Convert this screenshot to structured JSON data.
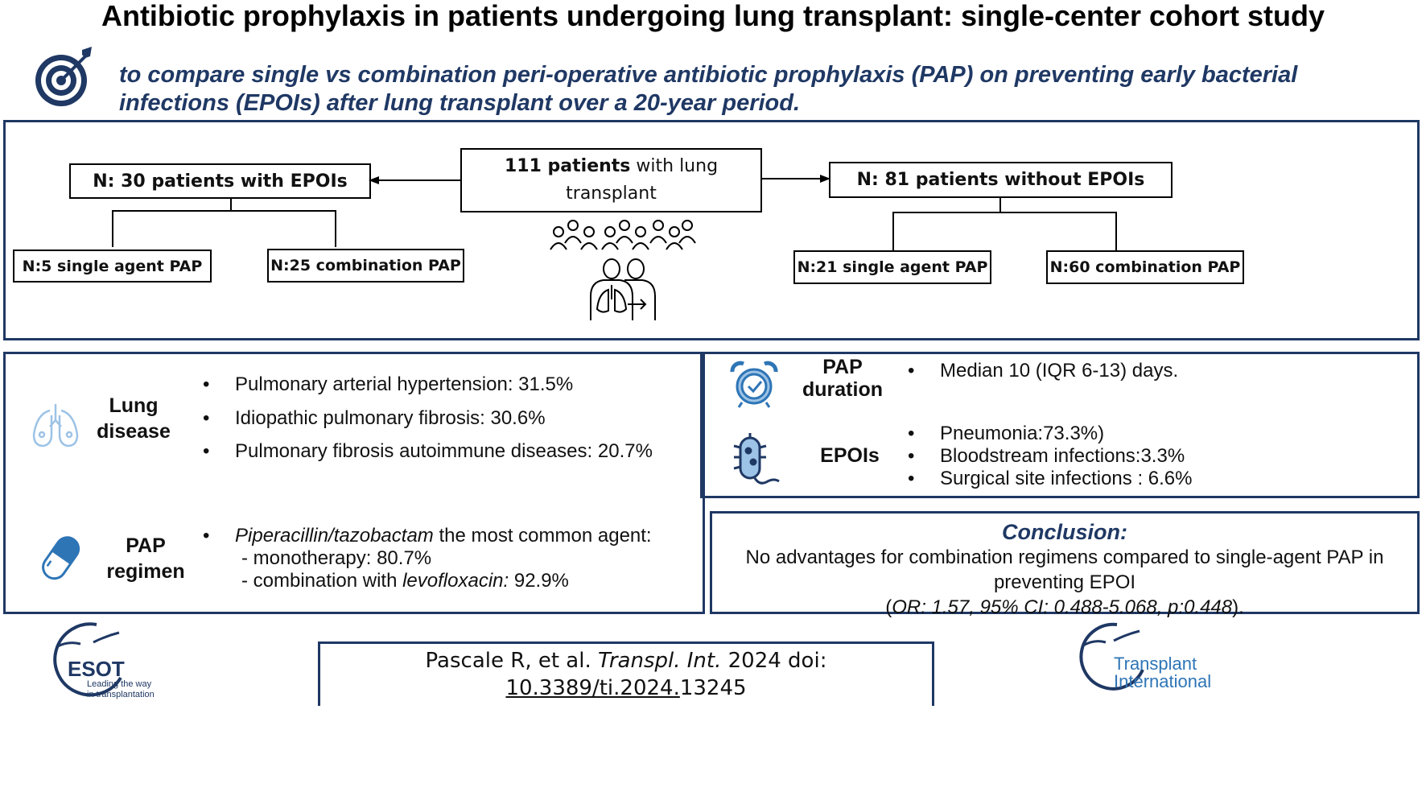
{
  "title": "Antibiotic prophylaxis in patients undergoing lung transplant: single-center cohort study",
  "objective": {
    "icon": "target-icon",
    "text": "to compare single vs combination peri-operative antibiotic prophylaxis (PAP) on preventing early bacterial infections (EPOIs) after lung transplant over a 20-year period."
  },
  "flow": {
    "total_bold": "111 patients",
    "total_rest": " with lung transplant",
    "with": "N: 30 patients with EPOIs",
    "without": "N: 81 patients without EPOIs",
    "with_single": "N:5 single agent PAP",
    "with_combo": "N:25 combination PAP",
    "without_single": "N:21 single agent PAP",
    "without_combo": "N:60 combination PAP",
    "icons": [
      "people-group-icon",
      "lung-transplant-icon"
    ]
  },
  "lung_disease": {
    "icon": "lungs-icon",
    "heading": "Lung disease",
    "items": [
      "Pulmonary arterial hypertension: 31.5%",
      "Idiopathic pulmonary fibrosis: 30.6%",
      "Pulmonary fibrosis autoimmune diseases: 20.7%"
    ]
  },
  "pap_regimen": {
    "icon": "capsule-icon",
    "heading": "PAP regimen",
    "drug": "Piperacillin/tazobactam",
    "drug_rest": " the most common agent:",
    "mono": "- monotherapy: 80.7%",
    "combo_prefix": "- combination with ",
    "combo_drug": "levofloxacin:",
    "combo_value": " 92.9%"
  },
  "pap_duration": {
    "icon": "alarm-clock-icon",
    "heading": "PAP duration",
    "items": [
      "Median 10 (IQR 6-13) days."
    ]
  },
  "epois": {
    "icon": "bacterium-icon",
    "heading": "EPOIs",
    "items": [
      "Pneumonia:73.3%)",
      "Bloodstream infections:3.3%",
      "Surgical site infections : 6.6%"
    ]
  },
  "conclusion": {
    "title": "Conclusion:",
    "text": "No advantages for combination regimens compared to single-agent PAP in preventing EPOI",
    "stats_open": "(",
    "stats": "OR: 1.57, 95% CI: 0.488-5.068, p:0.448",
    "stats_close": ")."
  },
  "citation": {
    "authors": "Pascale R, et al. ",
    "journal": "Transpl. Int.",
    "year_doi": " 2024  doi:",
    "doi_link": "10.3389/ti.2024.",
    "doi_rest": "13245"
  },
  "logos": {
    "esot_name": "ESOT",
    "esot_tagline_1": "Leading the way",
    "esot_tagline_2": "in transplantation",
    "ti_name_1": "Transplant",
    "ti_name_2": "International"
  },
  "colors": {
    "navy": "#1f3864",
    "icon_blue": "#2e75b6",
    "light_blue": "#9dc3e6"
  }
}
